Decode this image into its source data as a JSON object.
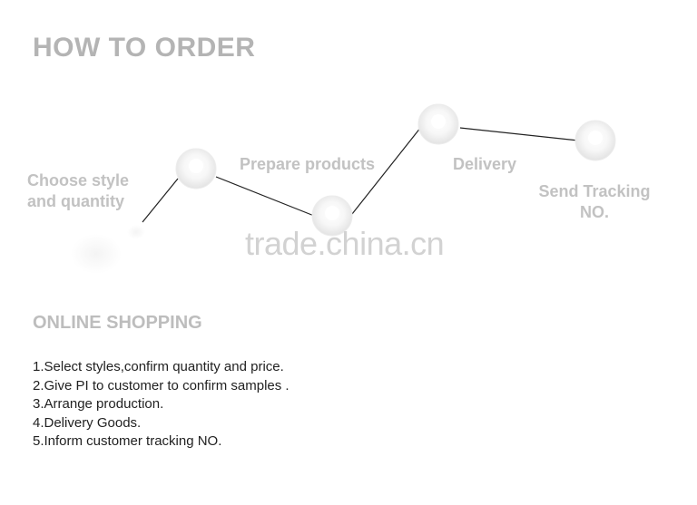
{
  "header": {
    "title": "HOW TO ORDER"
  },
  "flow": {
    "steps": [
      {
        "label_line1": "Choose style",
        "label_line2": "and quantity"
      },
      {
        "label": "Prepare products"
      },
      {
        "label": "Delivery"
      },
      {
        "label_line1": "Send Tracking",
        "label_line2": "NO."
      }
    ],
    "colors": {
      "node_fill": "#f2f2f2",
      "node_center": "#ffffff",
      "line": "#222222",
      "label": "#c2c2c2"
    }
  },
  "watermark": "trade.china.cn",
  "online": {
    "title": "ONLINE SHOPPING",
    "items": [
      "1.Select styles,confirm quantity and price.",
      "2.Give PI to customer to confirm samples .",
      "3.Arrange production.",
      "4.Delivery Goods.",
      "5.Inform customer tracking NO."
    ]
  }
}
